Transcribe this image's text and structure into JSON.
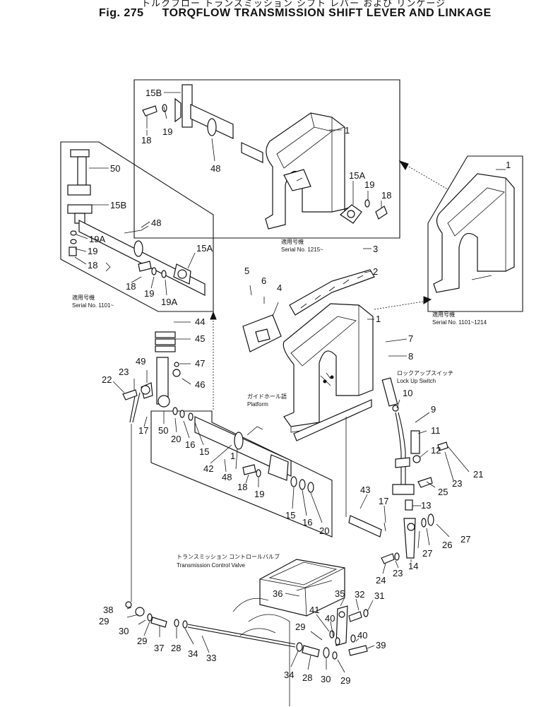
{
  "title": {
    "japanese": "トルクフロー トランスミッション シフト レバー および リンケージ",
    "fig_label": "Fig. 275",
    "english": "TORQFLOW TRANSMISSION SHIFT LEVER AND LINKAGE"
  },
  "notes": {
    "inset_top_jp": "適用号機",
    "inset_top_serial": "Serial No. 1215~",
    "inset_left_jp": "適用号機",
    "inset_left_serial": "Serial No. 1101~",
    "inset_right_jp": "適用号機",
    "inset_right_serial": "Serial No. 1101~1214",
    "platform_jp": "ガイドホール語",
    "platform": "Platform",
    "lockup_jp": "ロックアップスイッチ",
    "lockup": "Lock Up Switch",
    "valve_jp": "トランスミッション コントロールバルブ",
    "valve": "Transmission Control Valve"
  },
  "callouts": {
    "c1a": "1",
    "c15b_a": "15B",
    "c19_a": "19",
    "c18_a": "18",
    "c48_a": "48",
    "c15a_a": "15A",
    "c19_b": "19",
    "c18_b": "18",
    "c50_a": "50",
    "c15b_b": "15B",
    "c48_b": "48",
    "c19a_a": "19A",
    "c19_c": "19",
    "c18_c": "18",
    "c15a_b": "15A",
    "c18_d": "18",
    "c19_d": "19",
    "c19a_b": "19A",
    "c1b": "1",
    "c3": "3",
    "c2": "2",
    "c5": "5",
    "c6": "6",
    "c4": "4",
    "c1c": "1",
    "c7": "7",
    "c8": "8",
    "c44": "44",
    "c45": "45",
    "c49": "49",
    "c47": "47",
    "c23_a": "23",
    "c22": "22",
    "c46": "46",
    "c10": "10",
    "c9": "9",
    "c11": "11",
    "c12": "12",
    "c21": "21",
    "c23_b": "23",
    "c25": "25",
    "c17_a": "17",
    "c50_b": "50",
    "c20_a": "20",
    "c16_a": "16",
    "c15": "15",
    "c1d": "1",
    "c42": "42",
    "c48_c": "48",
    "c18_e": "18",
    "c19_e": "19",
    "c15_b": "15",
    "c16_b": "16",
    "c20_b": "20",
    "c43": "43",
    "c17_b": "17",
    "c13": "13",
    "c26": "26",
    "c27_a": "27",
    "c27_b": "27",
    "c24": "24",
    "c23_c": "23",
    "c14": "14",
    "c36": "36",
    "c35": "35",
    "c32": "32",
    "c31": "31",
    "c38": "38",
    "c29_a": "29",
    "c30_a": "30",
    "c29_b": "29",
    "c37": "37",
    "c28_a": "28",
    "c34_a": "34",
    "c33": "33",
    "c41": "41",
    "c40_a": "40",
    "c29_c": "29",
    "c40_b": "40",
    "c39": "39",
    "c34_b": "34",
    "c28_b": "28",
    "c30_b": "30",
    "c29_d": "29"
  }
}
